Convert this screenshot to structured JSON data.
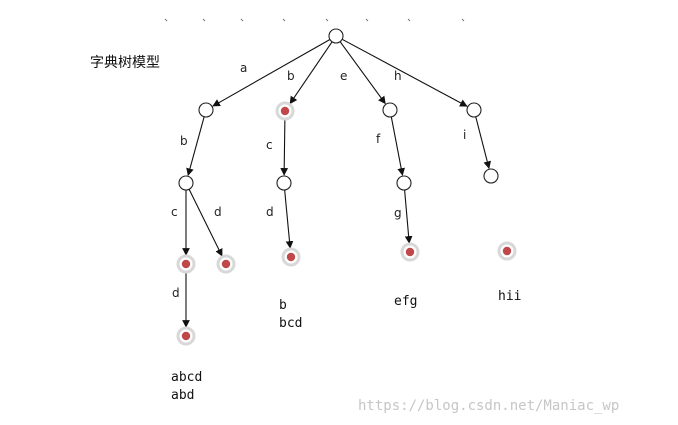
{
  "title": "字典树模型",
  "edge_labels": [
    "a",
    "b",
    "e",
    "h",
    "b",
    "c",
    "f",
    "i",
    "c",
    "d",
    "d",
    "g",
    "d"
  ],
  "word_groups": [
    [
      "abcd",
      "abd"
    ],
    [
      "b",
      "bcd"
    ],
    [
      "efg"
    ],
    [
      "hii"
    ]
  ],
  "watermark": "https://blog.csdn.net/Maniac_wp",
  "colors": {
    "terminal_dot": "#c0474a",
    "edge": "#111111"
  },
  "nodes": [
    {
      "id": "root",
      "terminal": false
    },
    {
      "id": "a",
      "terminal": false
    },
    {
      "id": "b",
      "terminal": true
    },
    {
      "id": "e",
      "terminal": false
    },
    {
      "id": "h",
      "terminal": false
    },
    {
      "id": "ab",
      "terminal": false
    },
    {
      "id": "bc",
      "terminal": false
    },
    {
      "id": "ef",
      "terminal": false
    },
    {
      "id": "hi",
      "terminal": false
    },
    {
      "id": "abc",
      "terminal": true
    },
    {
      "id": "abd",
      "terminal": true
    },
    {
      "id": "bcd",
      "terminal": true
    },
    {
      "id": "efg",
      "terminal": true
    },
    {
      "id": "hii",
      "terminal": true
    },
    {
      "id": "abcd",
      "terminal": true
    }
  ],
  "edges": [
    {
      "from": "root",
      "to": "a",
      "label": "a"
    },
    {
      "from": "root",
      "to": "b",
      "label": "b"
    },
    {
      "from": "root",
      "to": "e",
      "label": "e"
    },
    {
      "from": "root",
      "to": "h",
      "label": "h"
    },
    {
      "from": "a",
      "to": "ab",
      "label": "b"
    },
    {
      "from": "b",
      "to": "bc",
      "label": "c"
    },
    {
      "from": "e",
      "to": "ef",
      "label": "f"
    },
    {
      "from": "h",
      "to": "hi",
      "label": "i"
    },
    {
      "from": "ab",
      "to": "abc",
      "label": "c"
    },
    {
      "from": "ab",
      "to": "abd",
      "label": "d"
    },
    {
      "from": "bc",
      "to": "bcd",
      "label": "d"
    },
    {
      "from": "ef",
      "to": "efg",
      "label": "g"
    },
    {
      "from": "abc",
      "to": "abcd",
      "label": "d"
    }
  ]
}
